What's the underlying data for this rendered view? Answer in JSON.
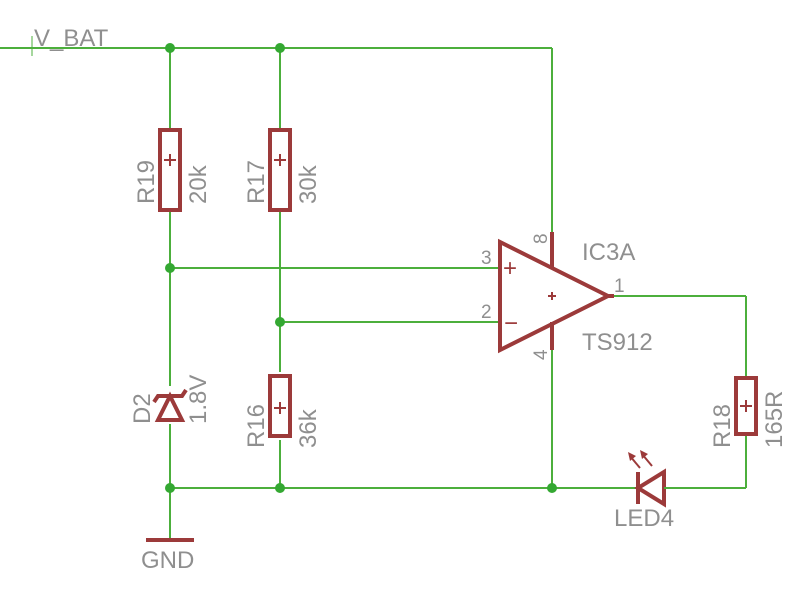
{
  "net_labels": {
    "v_bat": "V_BAT",
    "gnd": "GND"
  },
  "resistors": {
    "r19": {
      "ref": "R19",
      "value": "20k"
    },
    "r17": {
      "ref": "R17",
      "value": "30k"
    },
    "r16": {
      "ref": "R16",
      "value": "36k"
    },
    "r18": {
      "ref": "R18",
      "value": "165R"
    }
  },
  "diodes": {
    "d2": {
      "ref": "D2",
      "value": "1.8V"
    },
    "led4": {
      "ref": "LED4"
    }
  },
  "opamp": {
    "ref": "IC3A",
    "part": "TS912",
    "pins": {
      "in_plus": "3",
      "in_minus": "2",
      "out": "1",
      "vcc": "8",
      "gnd": "4"
    },
    "symbols": {
      "plus": "+",
      "minus": "−"
    }
  },
  "colors": {
    "wire": "#4caf3c",
    "junction": "#34a832",
    "component": "#9c3a3a",
    "text": "#8f8f8f",
    "background": "#ffffff"
  }
}
